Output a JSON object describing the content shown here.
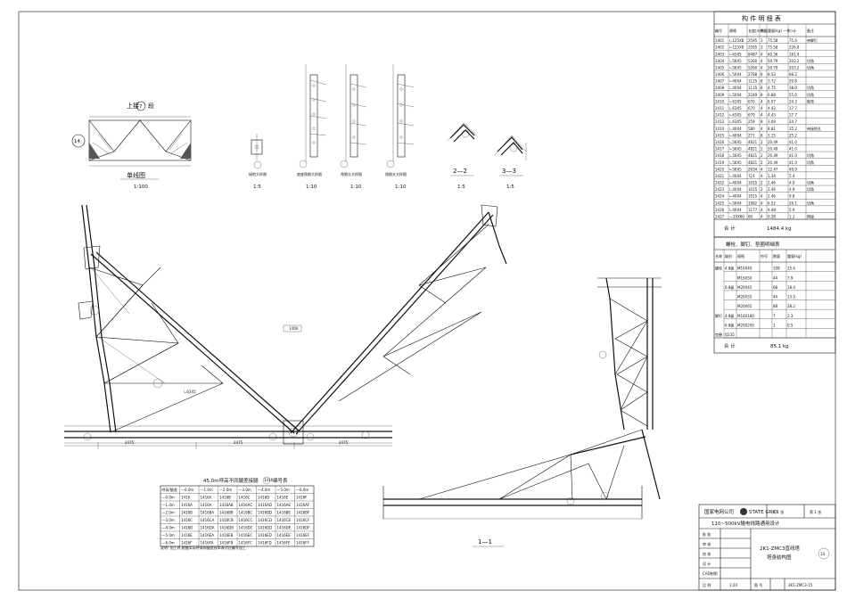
{
  "top_views": {
    "plan_title_prefix": "上接",
    "plan_circle": "7",
    "plan_title_suffix": "段",
    "plan_mark": "14",
    "plan_label": "单线图",
    "plan_scale": "1:100",
    "detail_labels": [
      "接地大样图",
      "底座角钢大样图",
      "角钢头大样图",
      "角钢头大样图",
      "2—2",
      "3—3"
    ],
    "detail_scales": [
      "1:5",
      "1:10",
      "1:10",
      "1:10",
      "1:5",
      "1:5"
    ]
  },
  "main_drawing": {
    "section_label": "1—1",
    "dims_bottom": [
      "2475",
      "2475",
      "2475"
    ]
  },
  "parts_table": {
    "title": "构 件 明 细 表",
    "headers": [
      "编号",
      "规格",
      "长度(mm)",
      "数量",
      "重量(kg) 一件",
      "小计",
      "备注"
    ],
    "rows": [
      [
        "1401",
        "∟125X8",
        "2595",
        "1",
        "75.58",
        "75.6",
        "带脚钉"
      ],
      [
        "1402",
        "∟125X8",
        "2595",
        "3",
        "75.58",
        "226.8",
        ""
      ],
      [
        "1403",
        "∟63X5",
        "8487",
        "4",
        "40.36",
        "161.4",
        ""
      ],
      [
        "1404",
        "∟56X5",
        "5260",
        "4",
        "50.79",
        "203.2",
        "切角"
      ],
      [
        "1405",
        "∟56X5",
        "5260",
        "4",
        "50.79",
        "203.2",
        "切角"
      ],
      [
        "1406",
        "∟50X4",
        "2788",
        "8",
        "8.53",
        "68.2",
        ""
      ],
      [
        "1407",
        "∟40X4",
        "1125",
        "8",
        "3.72",
        "29.8",
        ""
      ],
      [
        "1408",
        "∟40X4",
        "1135",
        "8",
        "4.75",
        "38.0",
        "切角"
      ],
      [
        "1409",
        "∟50X4",
        "2249",
        "8",
        "6.88",
        "55.0",
        "切角"
      ],
      [
        "1410",
        "∟63X5",
        "670",
        "4",
        "6.07",
        "24.3",
        "制弯"
      ],
      [
        "1411",
        "∟63X5",
        "670",
        "4",
        "4.43",
        "17.7",
        ""
      ],
      [
        "1412",
        "∟63X5",
        "670",
        "4",
        "4.43",
        "17.7",
        ""
      ],
      [
        "1413",
        "∟63X5",
        "259",
        "8",
        "3.09",
        "24.7",
        ""
      ],
      [
        "1414",
        "∟40X4",
        "580",
        "4",
        "8.81",
        "35.2",
        "带接地孔"
      ],
      [
        "1415",
        "∟40X4",
        "271",
        "8",
        "3.15",
        "25.2",
        ""
      ],
      [
        "1416",
        "∟56X5",
        "4821",
        "2",
        "20.49",
        "41.0",
        ""
      ],
      [
        "1417",
        "∟56X5",
        "4821",
        "2",
        "20.49",
        "41.0",
        ""
      ],
      [
        "1418",
        "∟56X5",
        "4821",
        "2",
        "20.49",
        "41.0",
        "切角"
      ],
      [
        "1419",
        "∟56X5",
        "4821",
        "2",
        "20.49",
        "41.0",
        "切角"
      ],
      [
        "1420",
        "∟56X5",
        "2934",
        "4",
        "12.47",
        "49.9",
        ""
      ],
      [
        "1421",
        "∟40X4",
        "721",
        "4",
        "1.34",
        "5.4",
        ""
      ],
      [
        "1422",
        "∟40X4",
        "1015",
        "2",
        "2.46",
        "4.9",
        "切角"
      ],
      [
        "1423",
        "∟40X4",
        "1015",
        "2",
        "2.46",
        "4.9",
        "切角"
      ],
      [
        "1424",
        "∟40X4",
        "1015",
        "4",
        "2.46",
        "9.8",
        ""
      ],
      [
        "1425",
        "∟56X4",
        "1982",
        "4",
        "6.52",
        "26.1",
        "切角"
      ],
      [
        "1426",
        "∟40X4",
        "1177",
        "4",
        "4.48",
        "5.9",
        ""
      ],
      [
        "1427",
        "—10X60",
        "60",
        "4",
        "0.28",
        "1.1",
        "焊接"
      ]
    ],
    "total_label": "合 计",
    "total_value": "1484.4 kg"
  },
  "bolt_table": {
    "title": "螺栓、脚钉、垫圈明细表",
    "headers": [
      "名称",
      "级别",
      "规格",
      "符号",
      "数量",
      "重量(kg)"
    ],
    "rows": [
      [
        "螺栓",
        "4.8级",
        "M16X40",
        "",
        "108",
        "15.6"
      ],
      [
        "",
        "",
        "M16X50",
        "",
        "44",
        "7.9"
      ],
      [
        "",
        "6.8级",
        "M20X45",
        "",
        "68",
        "18.4"
      ],
      [
        "",
        "",
        "M20X55",
        "",
        "44",
        "13.0"
      ],
      [
        "",
        "",
        "M20X65",
        "",
        "88",
        "28.2"
      ],
      [
        "脚钉",
        "4.8级",
        "M16X180",
        "",
        "7",
        "2.3"
      ],
      [
        "",
        "6.8级",
        "M20X200",
        "",
        "1",
        "0.5"
      ],
      [
        "垫圈",
        "Q235",
        "",
        "",
        "",
        ""
      ]
    ],
    "total_label": "合 计",
    "total_value": "85.1 kg"
  },
  "leg_table": {
    "title": "45.0m呼高不同腿差接腿",
    "title_mark": "1416",
    "title_suffix": "编号表",
    "headers": [
      "呼高/腿差",
      "—0.0m",
      "—1.0m",
      "—2.0m",
      "—3.0m",
      "—4.0m",
      "—5.0m",
      "—6.0m"
    ],
    "rows": [
      [
        "—0.0m",
        "1416",
        "1416A",
        "1416B",
        "1416C",
        "1416D",
        "1416E",
        "1416F"
      ],
      [
        "—1.0m",
        "1416A",
        "1416A",
        "1416AB",
        "1416AC",
        "1416AD",
        "1416AE",
        "1416AF"
      ],
      [
        "—2.0m",
        "1416B",
        "1416BA",
        "1416BB",
        "1416BC",
        "1416BD",
        "1416BE",
        "1416BF"
      ],
      [
        "—3.0m",
        "1416C",
        "1416CA",
        "1416CB",
        "1416CC",
        "1416CD",
        "1416CE",
        "1416CF"
      ],
      [
        "—4.0m",
        "1416D",
        "1416DA",
        "1416DB",
        "1416DC",
        "1416DD",
        "1416DE",
        "1416DF"
      ],
      [
        "—5.0m",
        "1416E",
        "1416EA",
        "1416EB",
        "1416EC",
        "1416ED",
        "1416EE",
        "1416EF"
      ],
      [
        "—6.0m",
        "1416F",
        "1416FA",
        "1416FB",
        "1416FC",
        "1416FD",
        "1416FE",
        "1416FF"
      ]
    ],
    "note": "说明: 加工时,根据实际呼高和腿差按本表对应编号加工"
  },
  "title_block": {
    "company": "国家电网公司",
    "brand": "STATE GRID",
    "sheet_of": "共 1 张",
    "sheet_no": "第 1 张",
    "project": "110~500kV输电线路通用设计",
    "roles": [
      "批 准",
      "审 核",
      "校 核",
      "设 计",
      "CAD制图"
    ],
    "drawing_title_1": "2K1-ZMC3直线塔",
    "drawing_title_2": "塔身结构图",
    "drawing_mark": "14",
    "scale_label": "比 例",
    "scale_value": "1:20",
    "figure_label": "图 号",
    "figure_no": "2K1-ZMC3-15"
  }
}
